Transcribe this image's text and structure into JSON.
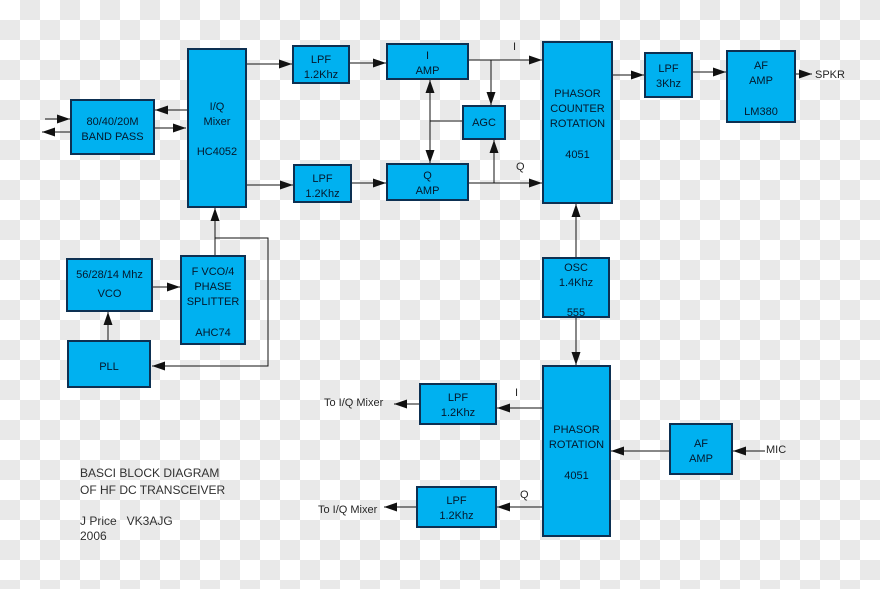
{
  "colors": {
    "box_fill": "#00b1f0",
    "box_border": "#0d3052",
    "wire": "#111111",
    "checker_light": "#ffffff",
    "checker_dark": "#e9e9e9"
  },
  "blocks": {
    "band_pass": {
      "line1": "80/40/20M",
      "line2": "BAND PASS"
    },
    "iq_mixer": {
      "line1": "I/Q",
      "line2": "Mixer",
      "line3": "HC4052"
    },
    "lpf_rx_i": {
      "line1": "LPF",
      "line2": "1.2Khz"
    },
    "lpf_rx_q": {
      "line1": "LPF",
      "line2": "1.2Khz"
    },
    "i_amp": {
      "line1": "I",
      "line2": "AMP"
    },
    "q_amp": {
      "line1": "Q",
      "line2": "AMP"
    },
    "agc": {
      "line1": "AGC"
    },
    "phasor_counter": {
      "line1": "PHASOR",
      "line2": "COUNTER",
      "line3": "ROTATION",
      "line4": "4051"
    },
    "lpf_3khz": {
      "line1": "LPF",
      "line2": "3Khz"
    },
    "af_amp_rx": {
      "line1": "AF",
      "line2": "AMP",
      "line3": "LM380"
    },
    "osc": {
      "line1": "OSC",
      "line2": "1.4Khz",
      "line3": "555"
    },
    "phasor_rotation": {
      "line1": "PHASOR",
      "line2": "ROTATION",
      "line3": "4051"
    },
    "lpf_tx_i": {
      "line1": "LPF",
      "line2": "1.2Khz"
    },
    "lpf_tx_q": {
      "line1": "LPF",
      "line2": "1.2Khz"
    },
    "af_amp_tx": {
      "line1": "AF",
      "line2": "AMP"
    },
    "vco": {
      "line1": "56/28/14 Mhz",
      "line2": "VCO"
    },
    "phase_splitter": {
      "line1": "F VCO/4",
      "line2": "PHASE",
      "line3": "SPLITTER",
      "line4": "AHC74"
    },
    "pll": {
      "line1": "PLL"
    }
  },
  "wire_labels": {
    "i_rx": "I",
    "q_rx": "Q",
    "spkr": "SPKR",
    "i_tx": "I",
    "q_tx": "Q",
    "to_iq_mixer_1": "To I/Q Mixer",
    "to_iq_mixer_2": "To I/Q Mixer",
    "mic": "MIC"
  },
  "caption": {
    "line1": "BASCI BLOCK DIAGRAM",
    "line2": "OF HF DC TRANSCEIVER",
    "line3": "J Price   VK3AJG",
    "line4": "2006"
  }
}
